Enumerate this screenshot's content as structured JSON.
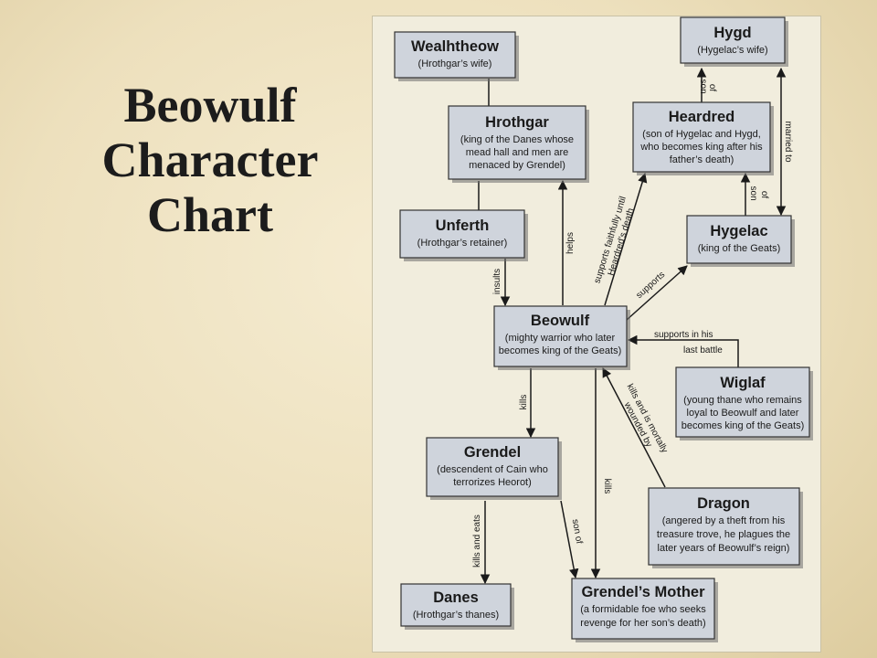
{
  "title_lines": [
    "Beowulf",
    "Character",
    "Chart"
  ],
  "nodes": {
    "wealhtheow": {
      "name": "Wealhtheow",
      "desc": [
        "(Hrothgar’s wife)"
      ]
    },
    "hygd": {
      "name": "Hygd",
      "desc": [
        "(Hygelac’s wife)"
      ]
    },
    "hrothgar": {
      "name": "Hrothgar",
      "desc": [
        "(king of the Danes whose",
        "mead hall and men are",
        "menaced by Grendel)"
      ]
    },
    "heardred": {
      "name": "Heardred",
      "desc": [
        "(son of Hygelac and Hygd,",
        "who becomes king after his",
        "father’s death)"
      ]
    },
    "unferth": {
      "name": "Unferth",
      "desc": [
        "(Hrothgar’s retainer)"
      ]
    },
    "hygelac": {
      "name": "Hygelac",
      "desc": [
        "(king of the Geats)"
      ]
    },
    "beowulf": {
      "name": "Beowulf",
      "desc": [
        "(mighty warrior who later",
        "becomes king of the Geats)"
      ]
    },
    "wiglaf": {
      "name": "Wiglaf",
      "desc": [
        "(young thane who remains",
        "loyal to Beowulf and later",
        "becomes king of the Geats)"
      ]
    },
    "grendel": {
      "name": "Grendel",
      "desc": [
        "(descendent of Cain who",
        "terrorizes Heorot)"
      ]
    },
    "dragon": {
      "name": "Dragon",
      "desc": [
        "(angered by a theft from his",
        "treasure trove, he plagues the",
        "later years of Beowulf’s reign)"
      ]
    },
    "danes": {
      "name": "Danes",
      "desc": [
        "(Hrothgar’s thanes)"
      ]
    },
    "grendels_mother": {
      "name": "Grendel’s Mother",
      "desc": [
        "(a formidable foe who seeks",
        "revenge for her son’s death)"
      ]
    }
  },
  "edge_labels": {
    "heardred_son_of_hygd": [
      "son",
      "of"
    ],
    "hygd_married_hygelac": [
      "married to"
    ],
    "heardred_son_of_hygelac": [
      "son",
      "of"
    ],
    "beowulf_helps_hrothgar": [
      "helps"
    ],
    "beowulf_supports_heardred": [
      "supports faithfully until",
      "Heardred’s death"
    ],
    "unferth_insults_beowulf": [
      "insults"
    ],
    "beowulf_supports_hygelac": [
      "supports"
    ],
    "wiglaf_supports_beowulf": [
      "supports in his",
      "last battle"
    ],
    "beowulf_kills_grendel": [
      "kills"
    ],
    "dragon_kills_beowulf": [
      "kills and is mortally",
      "wounded by"
    ],
    "beowulf_kills_mother": [
      "kills"
    ],
    "grendel_son_of_mother": [
      "son of"
    ],
    "grendel_kills_danes": [
      "kills and eats"
    ]
  }
}
